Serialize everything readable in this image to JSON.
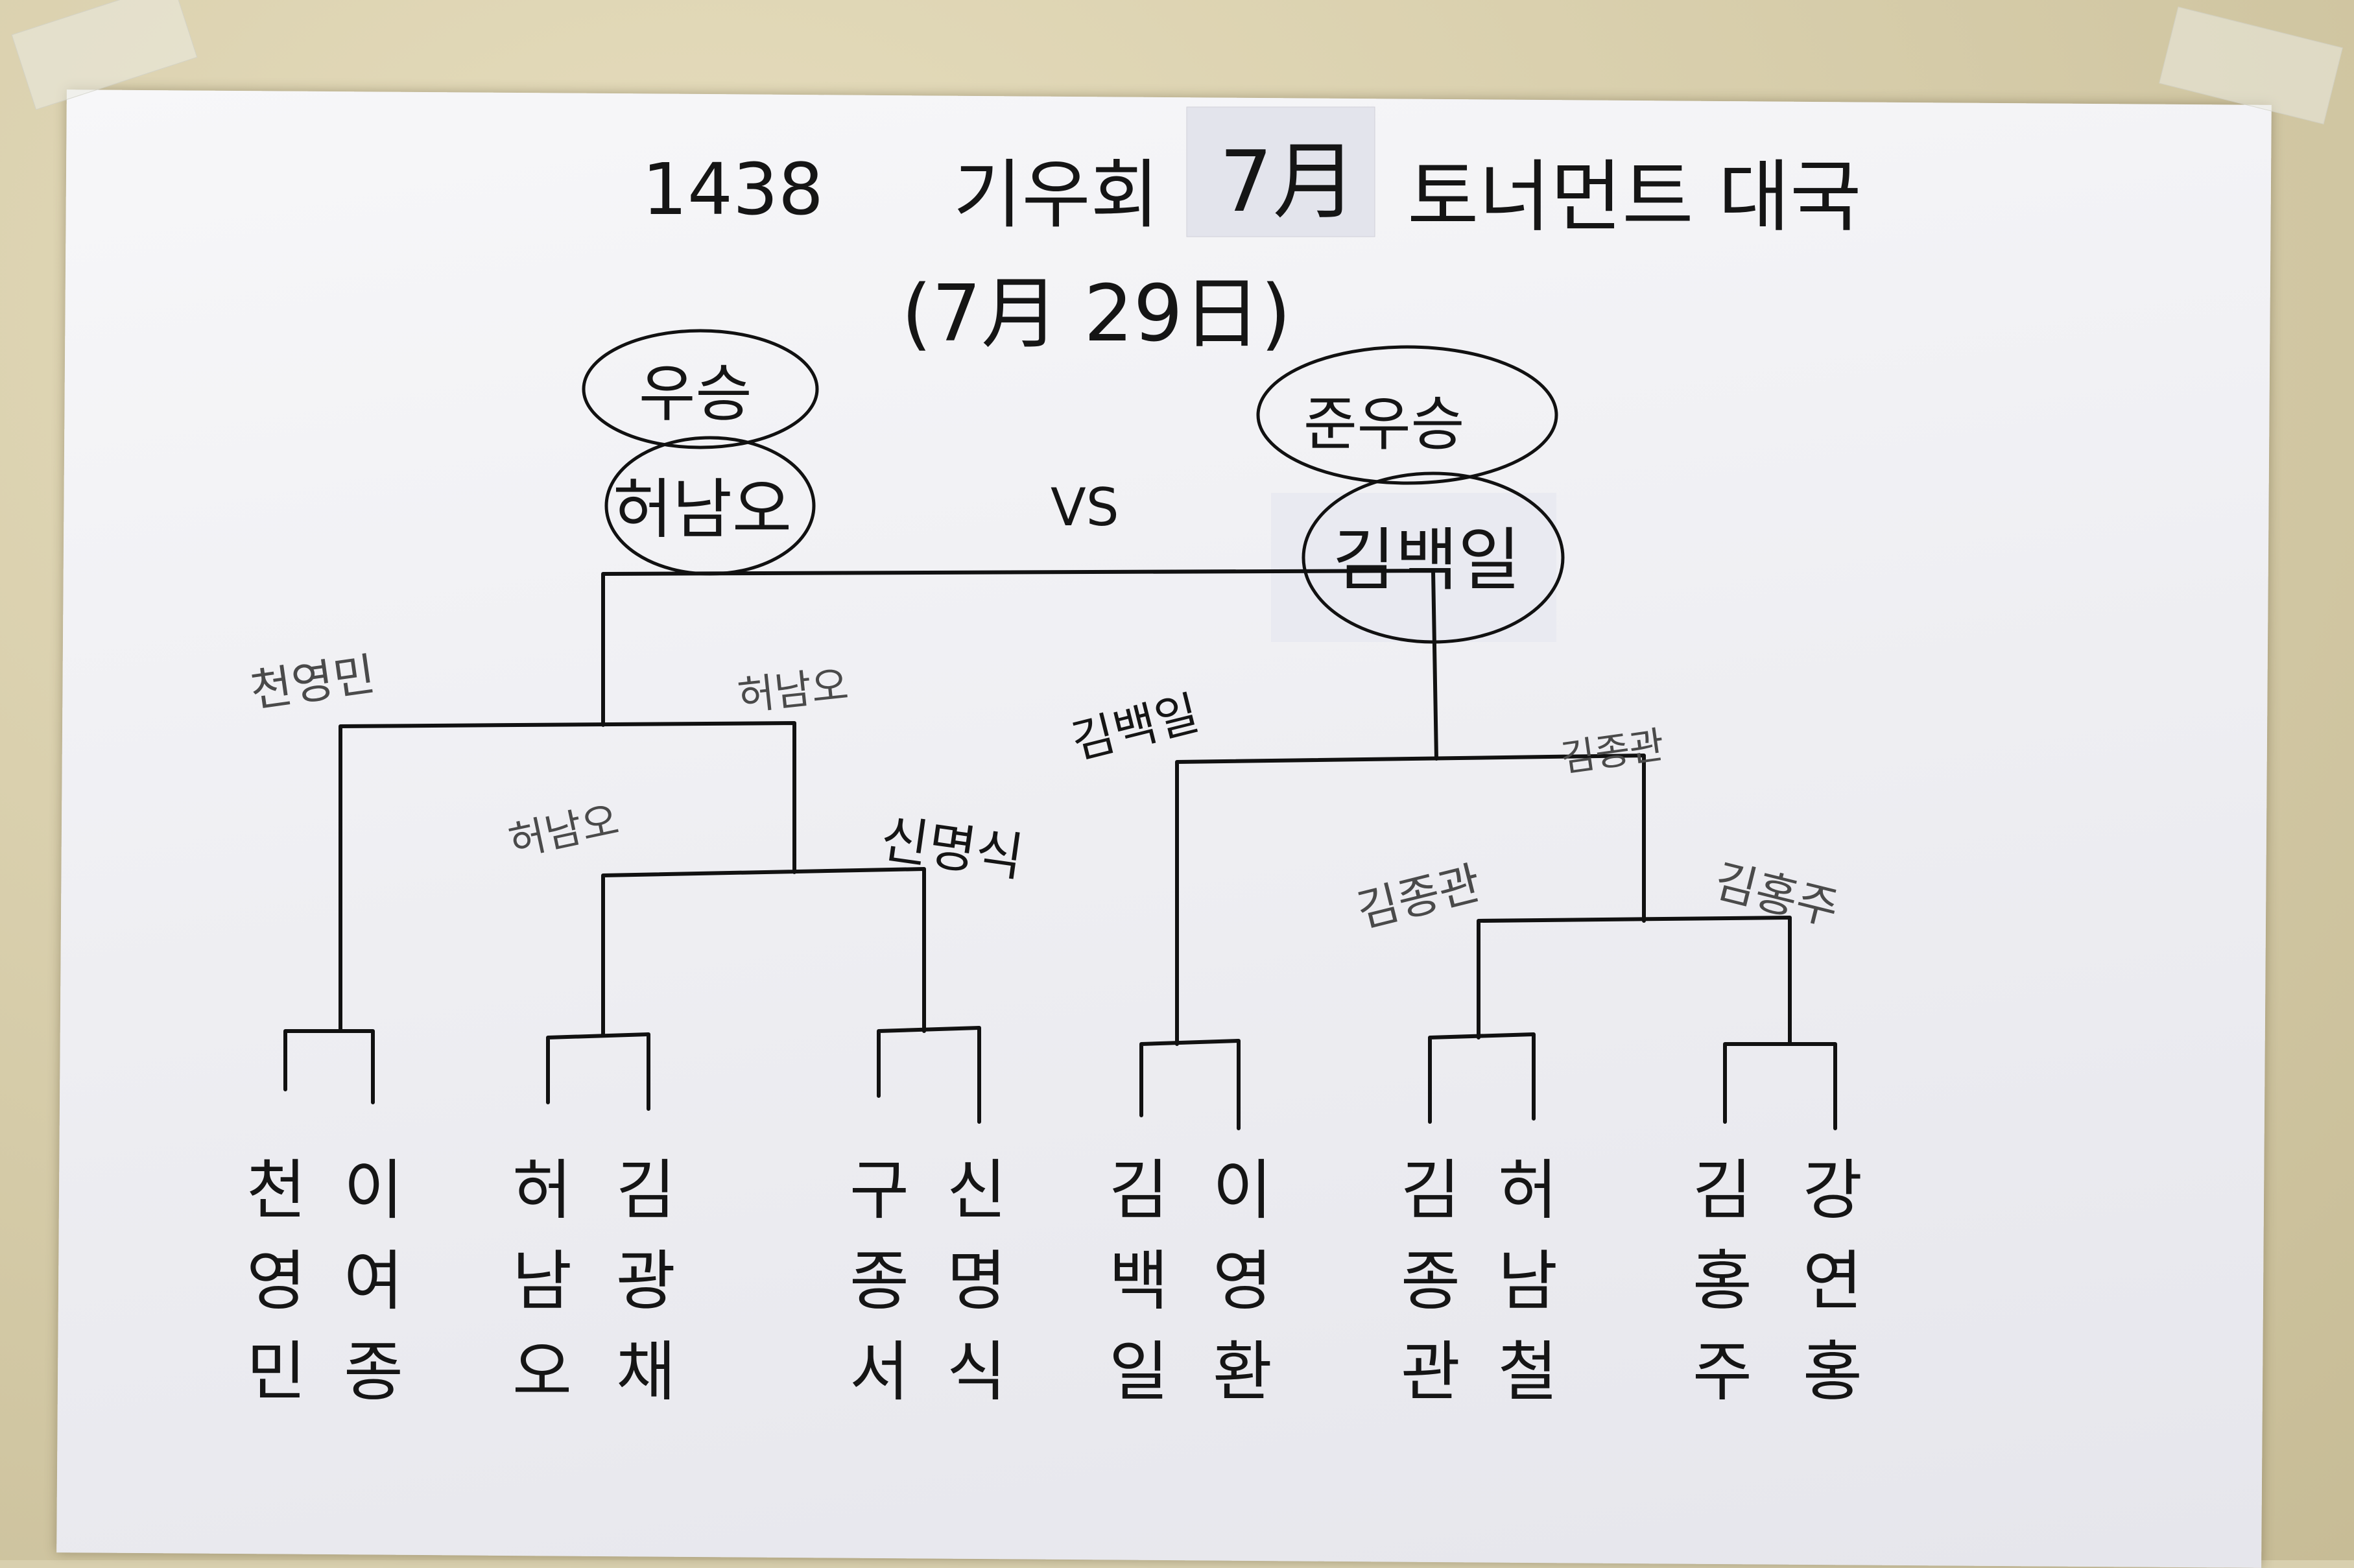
{
  "title": {
    "prefix": "1438",
    "club": "기우회",
    "month": "7月",
    "event": "토너먼트 대국"
  },
  "date": "(7月 29日)",
  "final": {
    "winner_label": "우승",
    "winner": "허남오",
    "vs": "VS",
    "runner_up_label": "준우승",
    "runner_up": "김백일"
  },
  "round_winners": {
    "left_semi_left": "천영민",
    "left_semi_right": "허남오",
    "left_qf_left": "허남오",
    "left_qf_right": "신명식",
    "right_semi_left": "김백일",
    "right_semi_right": "김종관",
    "right_qf_left": "김종관",
    "right_qf_right": "김홍주"
  },
  "players": [
    [
      "천",
      "영",
      "민"
    ],
    [
      "이",
      "여",
      "종"
    ],
    [
      "허",
      "남",
      "오"
    ],
    [
      "김",
      "광",
      "채"
    ],
    [
      "구",
      "종",
      "서"
    ],
    [
      "신",
      "명",
      "식"
    ],
    [
      "김",
      "백",
      "일"
    ],
    [
      "이",
      "영",
      "환"
    ],
    [
      "김",
      "종",
      "관"
    ],
    [
      "허",
      "남",
      "철"
    ],
    [
      "김",
      "홍",
      "주"
    ],
    [
      "강",
      "연",
      "홍"
    ]
  ]
}
